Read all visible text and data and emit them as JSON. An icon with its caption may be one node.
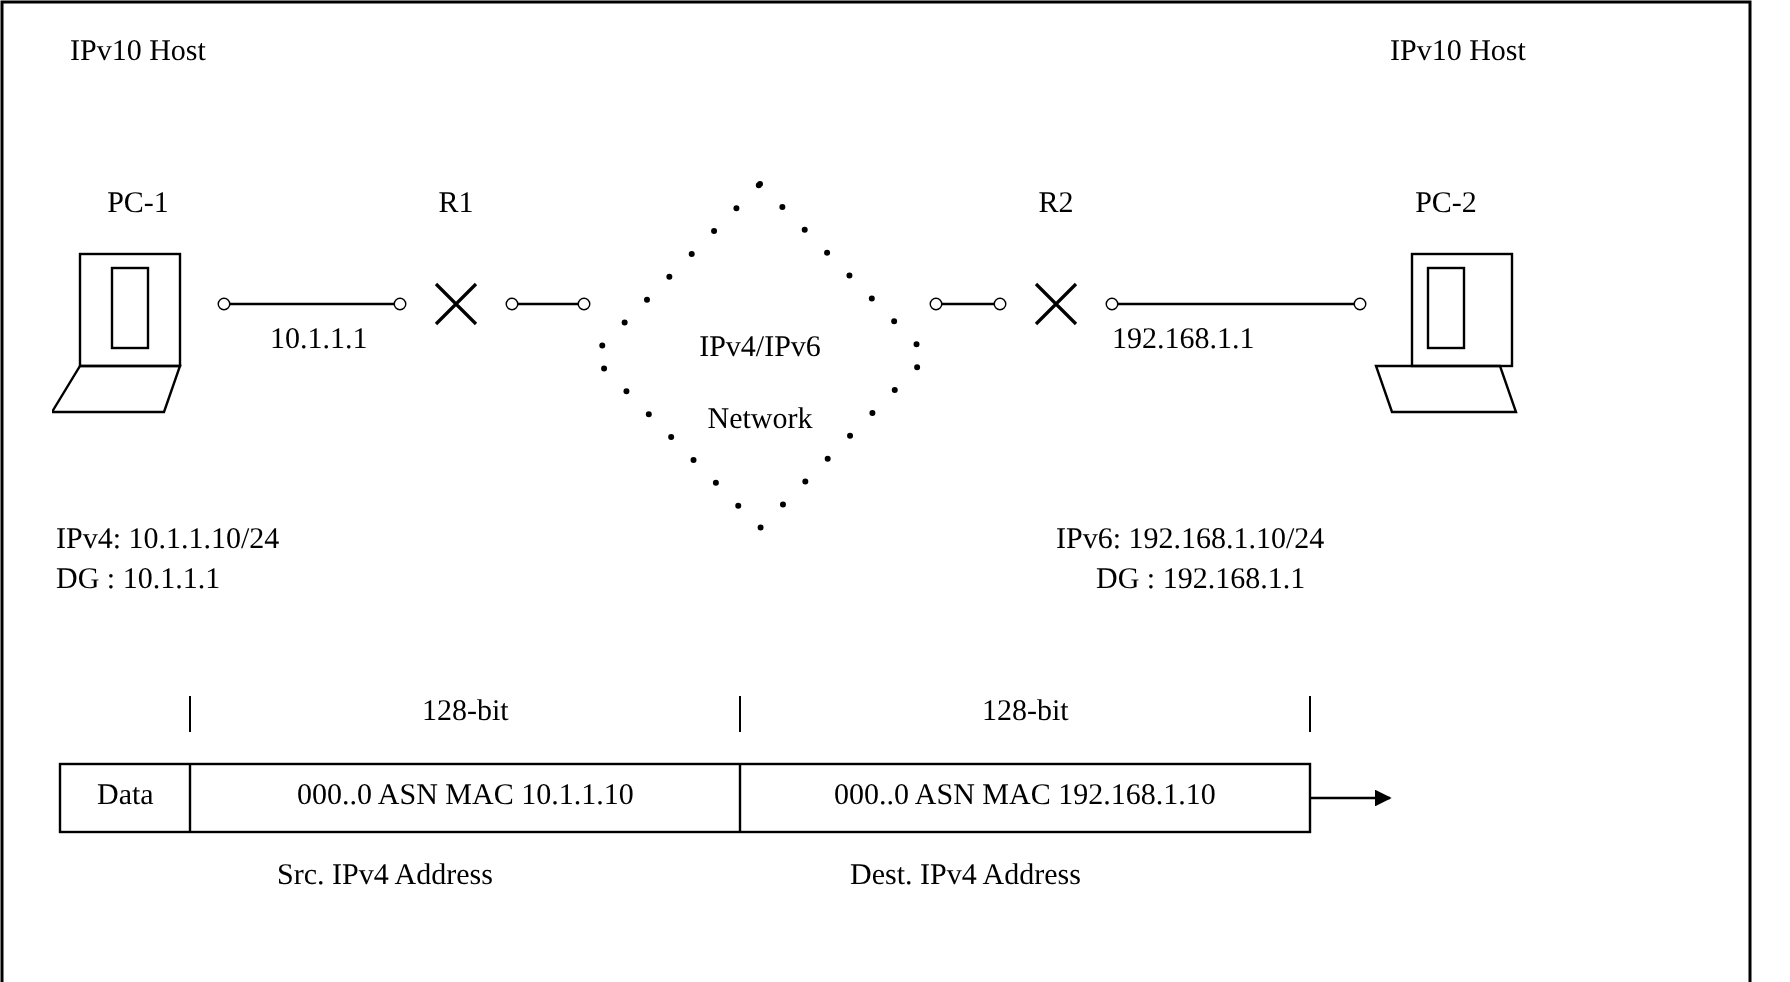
{
  "diagram": {
    "nodes": [
      {
        "text": [
          "PC-1"
        ]
      },
      {
        "text": [
          "R1"
        ]
      },
      {
        "text": [
          "IPv4/IPv6 Network"
        ]
      },
      {
        "text": [
          "R2"
        ]
      },
      {
        "text": [
          "PC-2"
        ]
      }
    ],
    "edges": [
      {
        "from": 0,
        "to": 1,
        "arrow": "other"
      },
      {
        "from": 1,
        "to": 2,
        "arrow": "other"
      },
      {
        "from": 2,
        "to": 3,
        "arrow": "other"
      },
      {
        "from": 3,
        "to": 4,
        "arrow": "other"
      }
    ],
    "labels": [
      "IPv10 Host",
      "IPv10 Host",
      "10.1.1.1",
      "192.168.1.1",
      "IPv4: 10.1.1.10/24",
      "DG : 10.1.1.1",
      "IPv6: 192.168.1.10/24",
      "DG : 192.168.1.1",
      "128-bit",
      "128-bit",
      "Data",
      "000..0 ASN MAC 10.1.1.10",
      "000..0 ASN MAC 192.168.1.10",
      "Src. IPv4 Address",
      "Dest. IPv4 Address"
    ]
  }
}
